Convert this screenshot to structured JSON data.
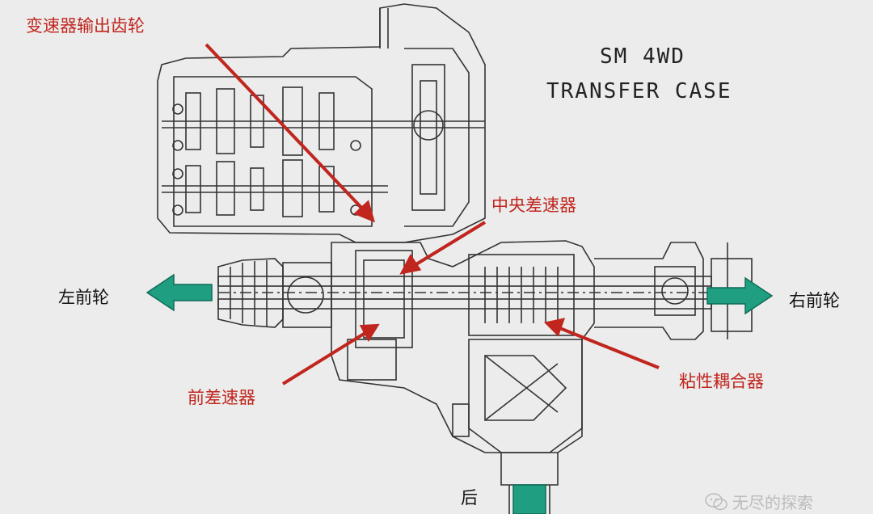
{
  "title": {
    "line1": "SM 4WD",
    "line2": "TRANSFER CASE"
  },
  "labels": {
    "gearbox_output_gear": "变速器输出齿轮",
    "center_differential": "中央差速器",
    "front_differential": "前差速器",
    "viscous_coupling": "粘性耦合器",
    "left_front_wheel": "左前轮",
    "right_front_wheel": "右前轮",
    "rear": "后"
  },
  "watermark": "无尽的探索",
  "colors": {
    "annotation_red": "#c0261e",
    "arrow_green": "#1f9e82",
    "line": "#333333",
    "background": "#ececec"
  },
  "icons": {
    "watermark_logo": "wechat-logo-icon"
  }
}
